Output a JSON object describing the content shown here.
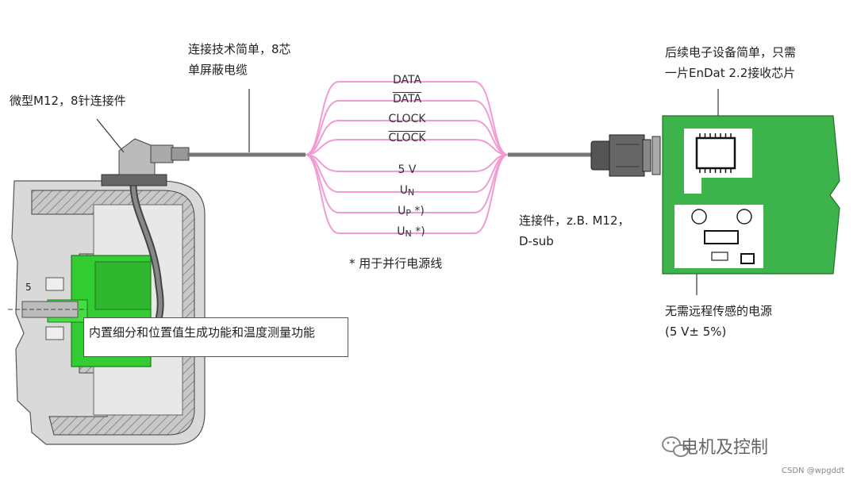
{
  "labels": {
    "cable_line1": "连接技术简单，8芯",
    "cable_line2": "单屏蔽电缆",
    "connector_m12": "微型M12，8针连接件",
    "electronics_line1": "后续电子设备简单，只需",
    "electronics_line2": "一片EnDat 2.2接收芯片",
    "connector_line1": "连接件，z.B. M12，",
    "connector_line2": "D-sub",
    "power_line1": "无需远程传感的电源",
    "power_line2": "(5 V± 5%)",
    "power_footnote": "* 用于并行电源线",
    "callout": "内置细分和位置值生成功能和温度测量功能",
    "encoder_dim": "5"
  },
  "signals": {
    "data": "DATA",
    "data_inv": "DATA",
    "clock": "CLOCK",
    "clock_inv": "CLOCK",
    "v5": "5 V",
    "un_base": "U",
    "un_sub": "N",
    "up_base": "U",
    "up_sub": "P",
    "up_suffix": " *)",
    "un2_base": "U",
    "un2_sub": "N",
    "un2_suffix": " *)"
  },
  "watermark": {
    "brand": "电机及控制",
    "credit": "CSDN @wpgddt"
  },
  "colors": {
    "wire": "#f29bd3",
    "board": "#3cb44b",
    "encoder_green": "#33cc33",
    "cable": "#777777"
  },
  "icons": {
    "wechat": "wechat-icon"
  }
}
